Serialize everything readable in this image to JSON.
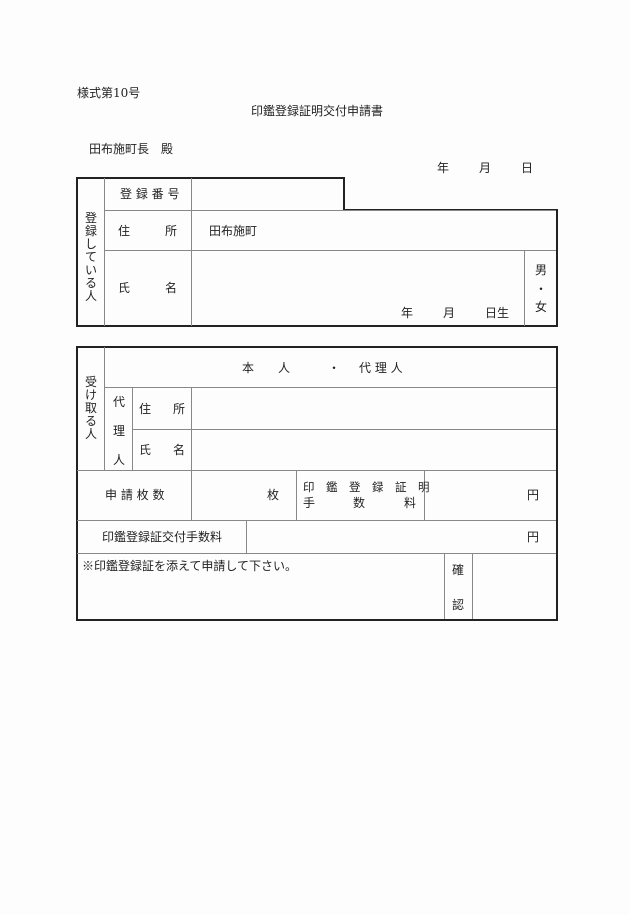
{
  "header": {
    "form_number": "様式第10号",
    "title": "印鑑登録証明交付申請書",
    "addressee": "田布施町長　殿",
    "date": {
      "year": "年",
      "month": "月",
      "day": "日"
    }
  },
  "registrant_section": {
    "side_label": "登録している人",
    "registration_number_label": "登 録 番 号",
    "registration_number_value": "",
    "address_label_1": "住",
    "address_label_2": "所",
    "address_value": "田布施町",
    "name_label_1": "氏",
    "name_label_2": "名",
    "name_value": "",
    "birth": {
      "year": "年",
      "month": "月",
      "day": "日生"
    },
    "sex": {
      "male": "男",
      "dot": "・",
      "female": "女"
    }
  },
  "recipient_section": {
    "side_label": "受け取る人",
    "choice": {
      "self": "本　　人",
      "dot": "・",
      "proxy": "代 理 人"
    },
    "proxy_side_label": {
      "c1": "代",
      "c2": "理",
      "c3": "人"
    },
    "address_label_1": "住",
    "address_label_2": "所",
    "address_value": "",
    "name_label_1": "氏",
    "name_label_2": "名",
    "name_value": ""
  },
  "fees": {
    "copies_label": "申 請 枚 数",
    "copies_unit": "枚",
    "copies_value": "",
    "cert_fee_label_line1": "印　鑑　登　録　証　明",
    "cert_fee_label_line2a": "手",
    "cert_fee_label_line2b": "数",
    "cert_fee_label_line2c": "料",
    "cert_fee_unit": "円",
    "cert_fee_value": "",
    "issue_fee_label": "印鑑登録証交付手数料",
    "issue_fee_unit": "円",
    "issue_fee_value": ""
  },
  "footer": {
    "note": "※印鑑登録証を添えて申請して下さい。",
    "confirm_1": "確",
    "confirm_2": "認"
  }
}
